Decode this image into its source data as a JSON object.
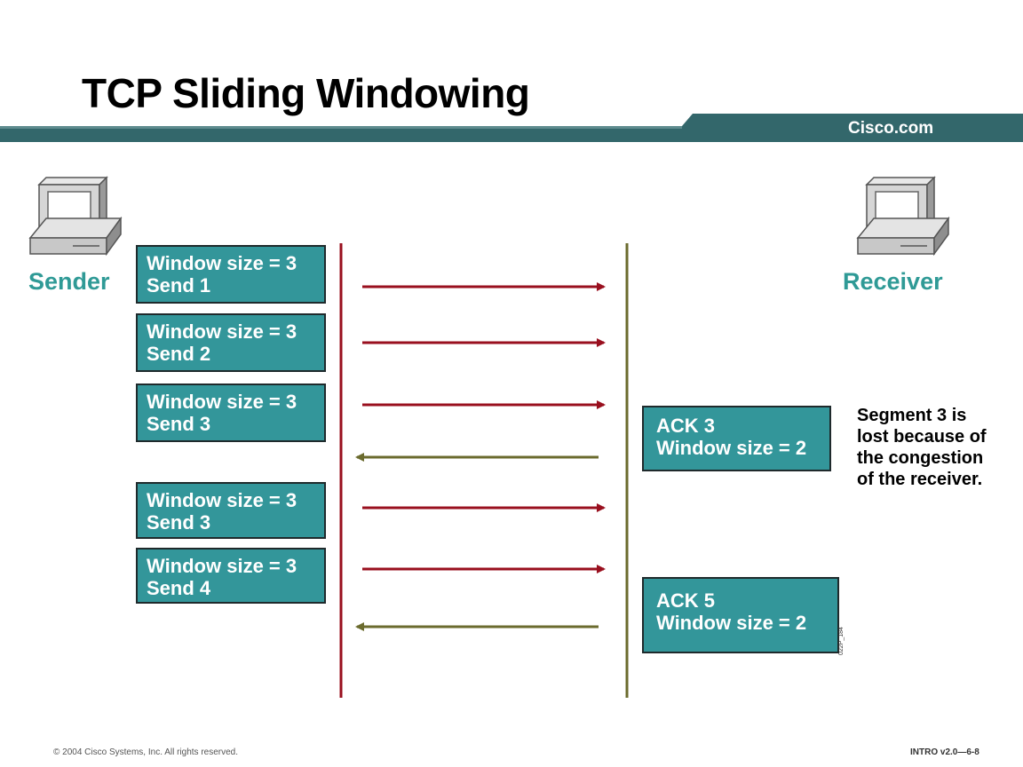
{
  "title": "TCP Sliding Windowing",
  "banner": {
    "brand": "Cisco.com",
    "color": "#33676b"
  },
  "hosts": {
    "sender": {
      "label": "Sender",
      "icon": "computer-icon"
    },
    "receiver": {
      "label": "Receiver",
      "icon": "computer-icon"
    }
  },
  "colors": {
    "box_fill": "#33969a",
    "data_arrow": "#990f1e",
    "ack_arrow": "#6b6b2e",
    "sender_line": "#990f1e",
    "receiver_line": "#6b6b2e"
  },
  "sender_boxes": [
    {
      "line1": "Window size = 3",
      "line2": "Send 1"
    },
    {
      "line1": "Window size = 3",
      "line2": "Send 2"
    },
    {
      "line1": "Window size = 3",
      "line2": "Send 3"
    },
    {
      "line1": "Window size = 3",
      "line2": "Send 3"
    },
    {
      "line1": "Window size = 3",
      "line2": "Send 4"
    }
  ],
  "receiver_boxes": [
    {
      "line1": "ACK 3",
      "line2": "Window size = 2"
    },
    {
      "line1": "ACK 5",
      "line2": "Window size = 2"
    }
  ],
  "note": {
    "line1": "Segment 3 is",
    "line2": "lost because of",
    "line3": "the congestion",
    "line4": "of the receiver."
  },
  "figure_id": "022P_184",
  "footer": {
    "copyright": "© 2004 Cisco Systems, Inc. All rights reserved.",
    "course": "INTRO v2.0—6-8"
  }
}
